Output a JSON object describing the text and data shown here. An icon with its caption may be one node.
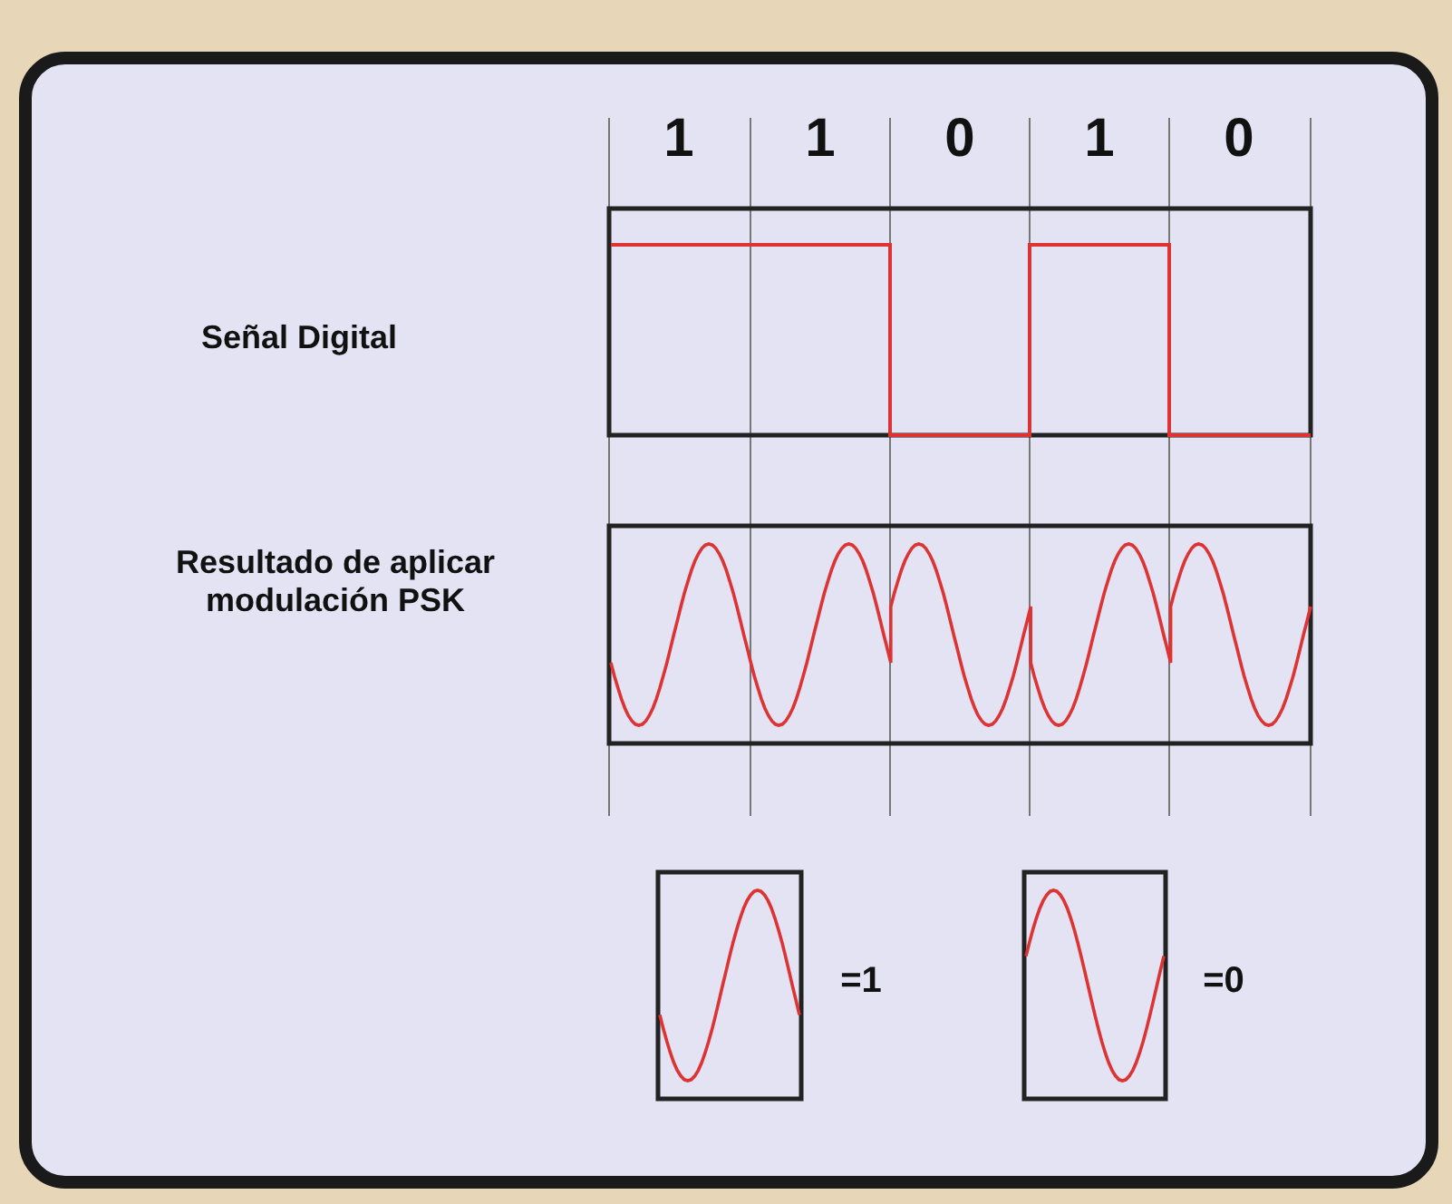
{
  "diagram": {
    "labels": [
      "1",
      "1",
      "0",
      "1",
      "0",
      "Señal Digital",
      "Resultado de aplicar modulación PSK",
      "=1",
      "=0"
    ]
  }
}
